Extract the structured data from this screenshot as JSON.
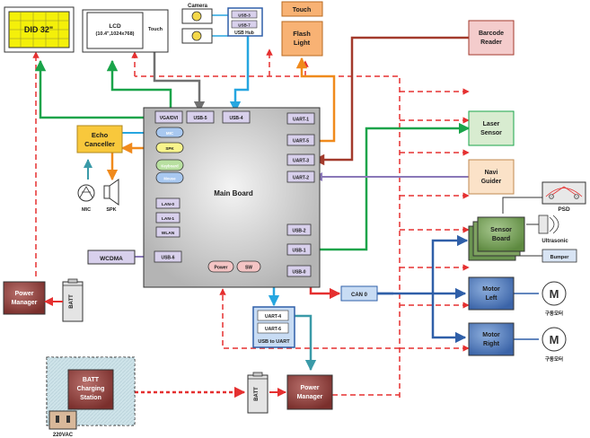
{
  "display": {
    "label": "DID 32\""
  },
  "lcd": {
    "line1": "LCD",
    "line2": "(10.4\",1024x768)",
    "touch": "Touch"
  },
  "camera": {
    "label": "Camera"
  },
  "usb_hub": {
    "port1": "USB-3",
    "port2": "USB-7",
    "label": "USB Hub"
  },
  "touch_top": {
    "label": "Touch"
  },
  "flash": {
    "line1": "Flash",
    "line2": "Light"
  },
  "barcode": {
    "line1": "Barcode",
    "line2": "Reader"
  },
  "laser": {
    "line1": "Laser",
    "line2": "Sensor"
  },
  "navi": {
    "line1": "Navi",
    "line2": "Guider"
  },
  "psd": {
    "label": "PSD"
  },
  "sensor_board": {
    "line1": "Sensor",
    "line2": "Board"
  },
  "ultrasonic": {
    "label": "Ultrasonic"
  },
  "bumper": {
    "label": "Bumper"
  },
  "echo": {
    "line1": "Echo",
    "line2": "Canceller"
  },
  "mic": {
    "label": "MIC"
  },
  "spk": {
    "label": "SPK"
  },
  "power_left": {
    "line1": "Power",
    "line2": "Manager"
  },
  "batt": {
    "label": "BATT"
  },
  "wcdma": {
    "label": "WCDMA"
  },
  "main_board": {
    "title": "Main Board",
    "ports": {
      "vga": "VGA/DVI",
      "usb5": "USB-5",
      "usb4": "USB-4",
      "uart1": "UART-1",
      "uart5": "UART-5",
      "uart3": "UART-3",
      "uart2": "UART-2",
      "usb2": "USB-2",
      "usb1": "USB-1",
      "usb0": "USB-0",
      "usb6": "USB-6",
      "lan0": "LAN-0",
      "lan1": "LAN-1",
      "wlan": "WLAN",
      "power": "Power",
      "sw": "SW"
    },
    "audio": {
      "mic": "MIC",
      "spk": "SPK",
      "keyboard": "Keyboard",
      "mouse": "Mouse"
    }
  },
  "usb_uart": {
    "port_a": "UART-4",
    "port_b": "UART-6",
    "label": "USB to UART"
  },
  "can": {
    "label": "CAN 0"
  },
  "motor_left": {
    "line1": "Motor",
    "line2": "Left"
  },
  "motor_right": {
    "line1": "Motor",
    "line2": "Right"
  },
  "motor_symbol": {
    "glyph": "M",
    "caption": "구동모터"
  },
  "charging": {
    "line1": "BATT",
    "line2": "Charging",
    "line3": "Station",
    "ac": "220VAC"
  },
  "power_bottom": {
    "line1": "Power",
    "line2": "Manager"
  },
  "colors": {
    "board_fill": "#c8c8c8",
    "port_fill": "#d8d0ec",
    "green_line": "#1aa44a",
    "gray_line": "#707070",
    "blue_line": "#26a6e0",
    "orange_line": "#f08a1c",
    "brown_line": "#a33a2c",
    "purple_line": "#8a78b8",
    "navy_line": "#2f5fa8",
    "red_dash": "#e53030",
    "teal_line": "#3a9aa8"
  }
}
